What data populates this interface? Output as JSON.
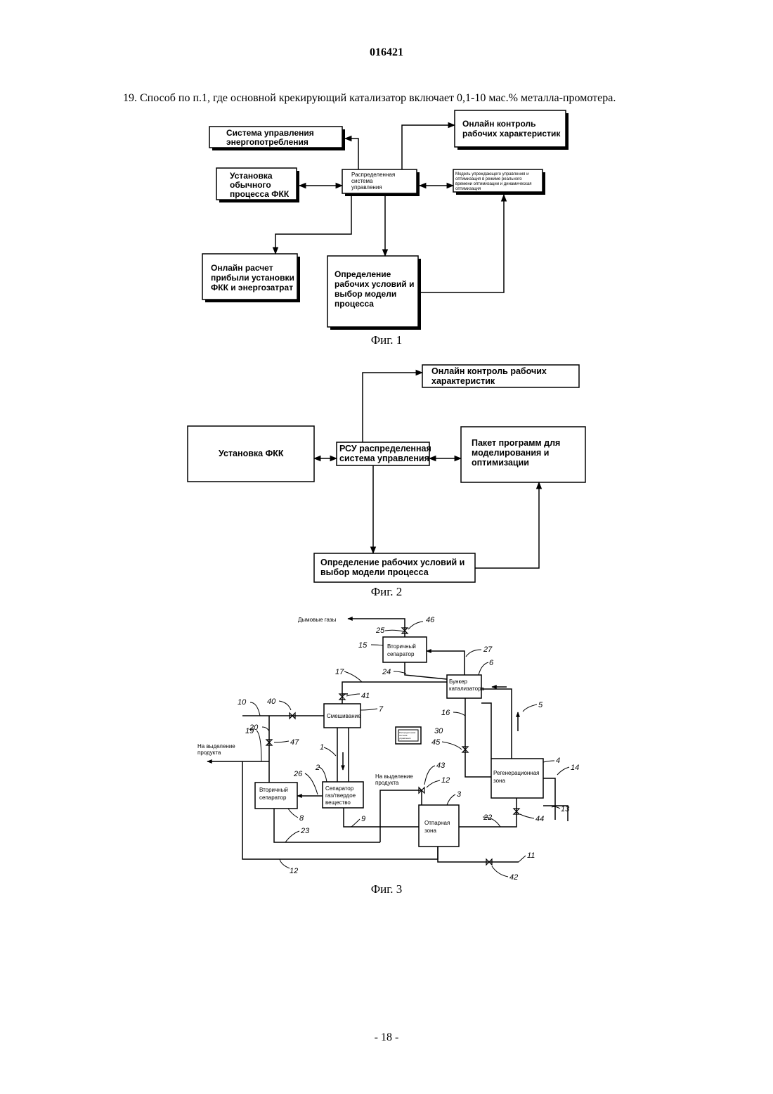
{
  "header": {
    "doc_number": "016421"
  },
  "claim": {
    "text": "19. Способ по п.1, где основной крекирующий катализатор включает 0,1-10 мас.% металла-промотера."
  },
  "fig1": {
    "caption": "Фиг. 1",
    "energy_mgmt": [
      "Система управления",
      "энергопотребления"
    ],
    "online_monitor": [
      "Онлайн контроль",
      "рабочих характеристик"
    ],
    "conventional_fcc": [
      "Установка",
      "обычного",
      "процесса ФКК"
    ],
    "dcs": [
      "Распределенная",
      "система",
      "управления"
    ],
    "model_predictive": [
      "Модель упреждающего управления и",
      "оптимизация в режиме реального",
      "времени оптимизации и динамическая",
      "оптимизация"
    ],
    "profit_calc": [
      "Онлайн расчет",
      "прибыли установки",
      "ФКК и энергозатрат"
    ],
    "conditions": [
      "Определение",
      "рабочих условий и",
      "выбор модели",
      "процесса"
    ]
  },
  "fig2": {
    "caption": "Фиг. 2",
    "online_monitor": [
      "Онлайн контроль рабочих",
      "характеристик"
    ],
    "fcc_unit": "Установка ФКК",
    "dcs": [
      "РСУ распределенная",
      "система управления"
    ],
    "software": [
      "Пакет программ для",
      "моделирования и",
      "оптимизации"
    ],
    "conditions": [
      "Определение рабочих условий и",
      "выбор модели процесса"
    ]
  },
  "fig3": {
    "caption": "Фиг. 3",
    "flue_gas": "Дымовые газы",
    "secondary_separator_top": [
      "Вторичный",
      "сепаратор"
    ],
    "catalyst_hopper": [
      "Бункер",
      "катализатора"
    ],
    "mixing": "Смешивание",
    "dcs_small": [
      "Распределенная",
      "система",
      "управления"
    ],
    "regeneration": [
      "Регенерационная",
      "зона"
    ],
    "product_left": [
      "На выделение",
      "продукта"
    ],
    "product_mid": [
      "На выделение",
      "продукта"
    ],
    "secondary_separator_left": [
      "Вторичный",
      "сепаратор"
    ],
    "gas_solid_separator": [
      "Сепаратор",
      "газ/твердое",
      "вещество"
    ],
    "stripping": [
      "Отпарная",
      "зона"
    ],
    "numbers": {
      "n46": "46",
      "n25": "25",
      "n15": "15",
      "n27": "27",
      "n6": "6",
      "n24": "24",
      "n17": "17",
      "n41": "41",
      "n10": "10",
      "n40": "40",
      "n7": "7",
      "n5": "5",
      "n16": "16",
      "n30": "30",
      "n20": "20",
      "n19": "19",
      "n47": "47",
      "n1": "1",
      "n45": "45",
      "n4": "4",
      "n14": "14",
      "n2": "2",
      "n26": "26",
      "n43": "43",
      "n12a": "12",
      "n3": "3",
      "n13": "13",
      "n44": "44",
      "n8": "8",
      "n9": "9",
      "n22": "22",
      "n23": "23",
      "n11": "11",
      "n12b": "12",
      "n42": "42"
    }
  },
  "footer": {
    "page_number": "- 18 -"
  }
}
